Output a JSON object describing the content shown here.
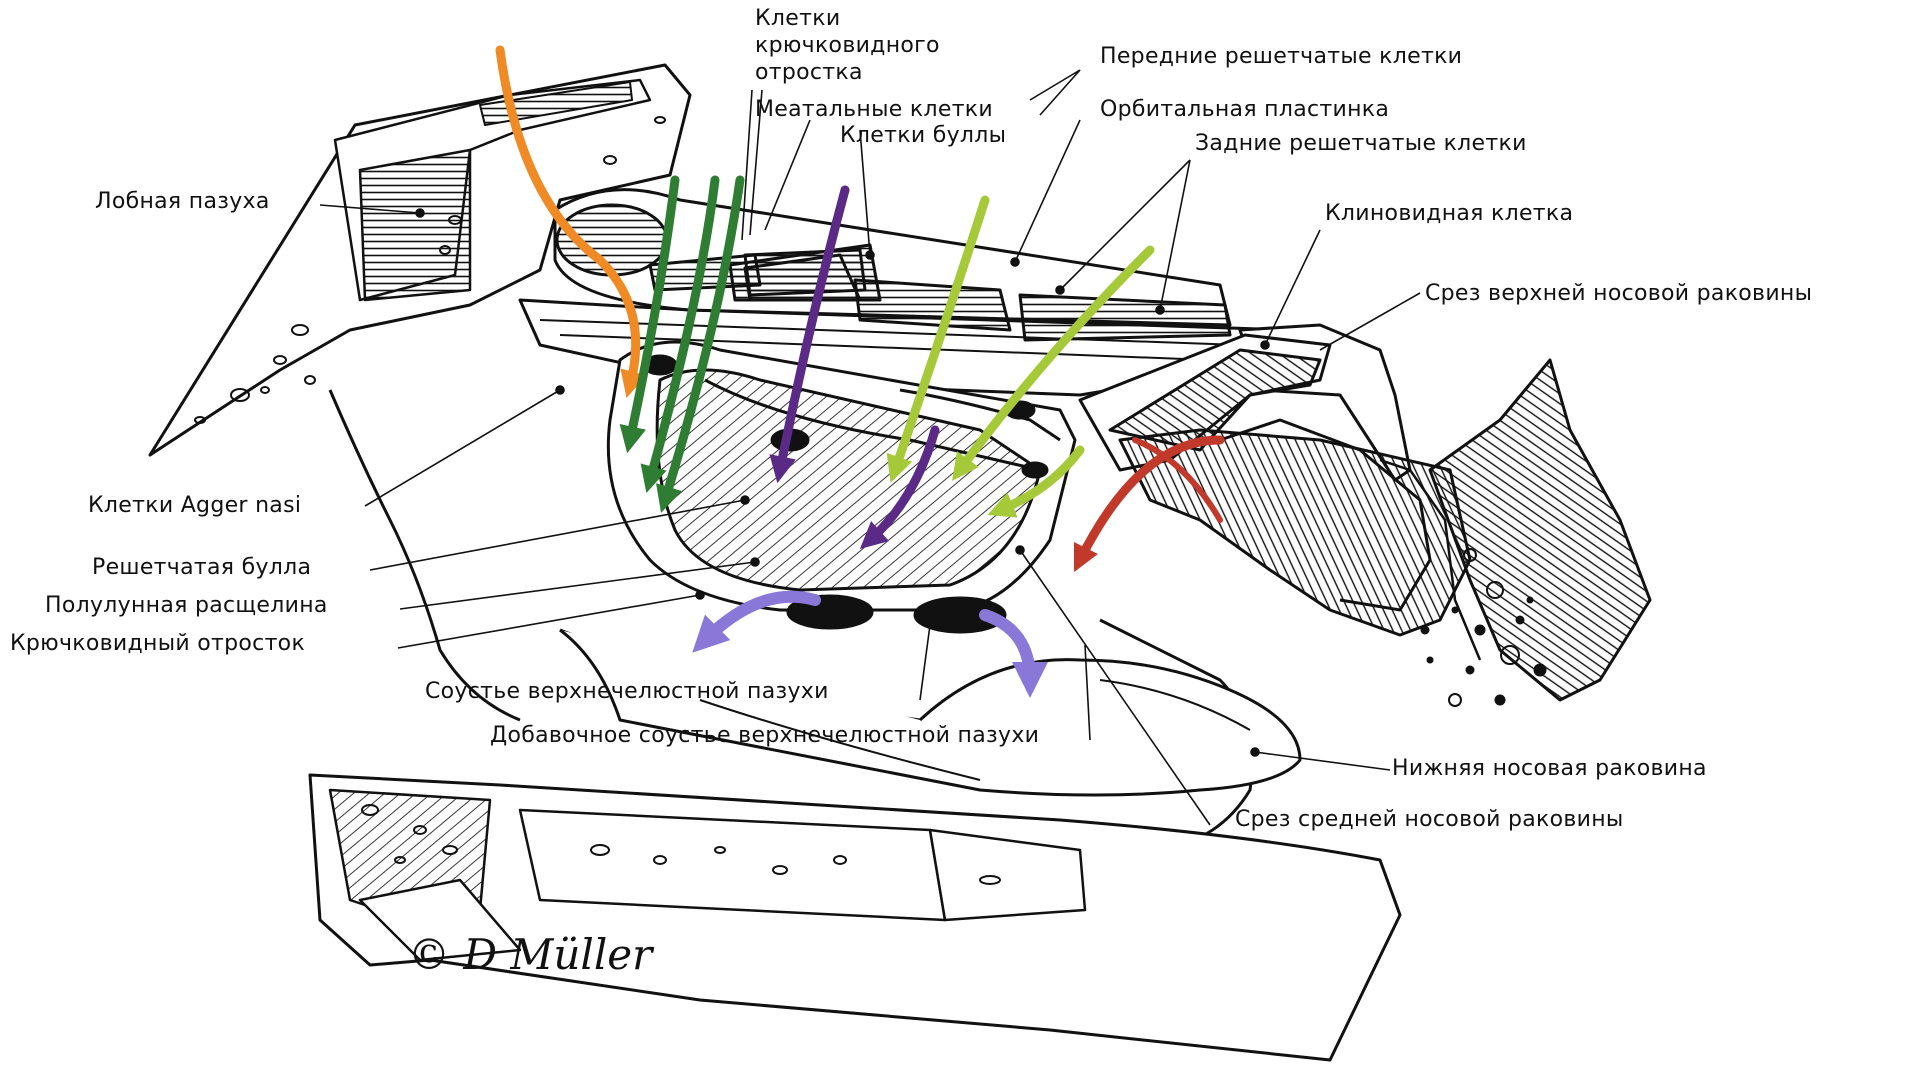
{
  "labels": {
    "uncinate_cells": "Клетки\nкрючковидного\nотростка",
    "anterior_ethmoid": "Передние решетчатые клетки",
    "meatal_cells": "Меатальные клетки",
    "orbital_plate": "Орбитальная пластинка",
    "bulla_cells": "Клетки буллы",
    "posterior_ethmoid": "Задние решетчатые клетки",
    "frontal_sinus": "Лобная пазуха",
    "sphenoid_cell": "Клиновидная клетка",
    "superior_turbinate_section": "Срез  верхней носовой раковины",
    "agger_nasi": "Клетки Agger nasi",
    "ethmoid_bulla": "Решетчатая булла",
    "semilunar_hiatus": "Полулунная расщелина",
    "uncinate_process": "Крючковидный отросток",
    "maxillary_ostium": "Соустье верхнечелюстной пазухи",
    "accessory_ostium": "Добавочное соустье верхнечелюстной пазухи",
    "inferior_turbinate": "Нижняя носовая раковина",
    "middle_turbinate_section": "Срез средней носовой раковины"
  },
  "signature": "© D Müller",
  "colors": {
    "frontal_drainage": "#f08a24",
    "anterior_drainage": "#2e7d32",
    "bulla_drainage": "#5b2a86",
    "posterior_drainage": "#a6c93a",
    "sphenoid_drainage": "#c0392b",
    "maxillary_drainage": "#8a78d8"
  }
}
